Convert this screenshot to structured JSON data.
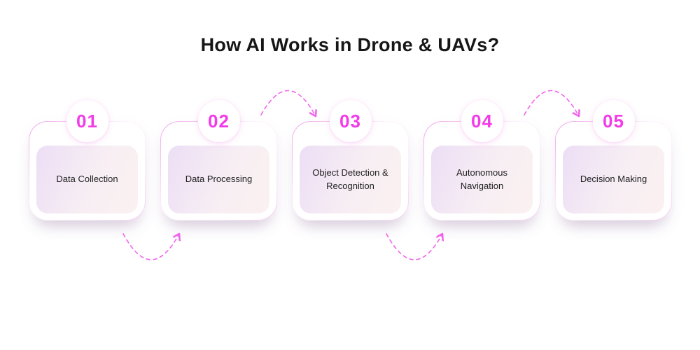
{
  "title": "How AI Works in Drone & UAVs?",
  "steps": [
    {
      "number": "01",
      "label": "Data Collection"
    },
    {
      "number": "02",
      "label": "Data Processing"
    },
    {
      "number": "03",
      "label": "Object Detection & Recognition"
    },
    {
      "number": "04",
      "label": "Autonomous Navigation"
    },
    {
      "number": "05",
      "label": "Decision Making"
    }
  ],
  "icons": [
    {
      "name": "flow-arrow-1-2",
      "shape": "dashed-arc-down"
    },
    {
      "name": "flow-arrow-2-3",
      "shape": "dashed-arc-up"
    },
    {
      "name": "flow-arrow-3-4",
      "shape": "dashed-arc-down"
    },
    {
      "name": "flow-arrow-4-5",
      "shape": "dashed-arc-up"
    }
  ],
  "colors": {
    "accent": "#F23BE9",
    "arrow": "#F164EB",
    "card_border": "#F0A6E8",
    "inner_gradient_start": "#ECDEF5",
    "inner_gradient_end": "#FBF1F1",
    "text": "#1E1E1E",
    "title_text": "#161616"
  }
}
